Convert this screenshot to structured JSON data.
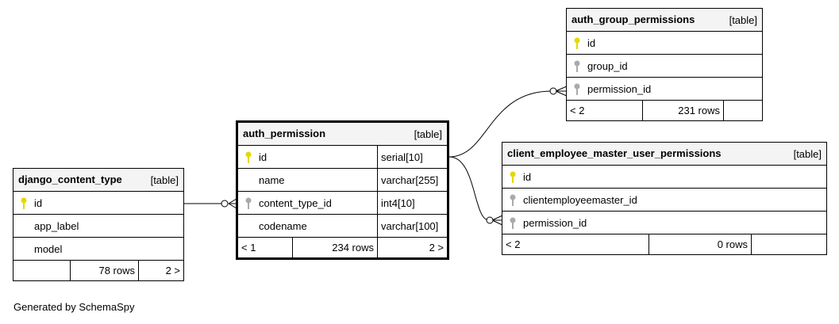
{
  "footer": "Generated by SchemaSpy",
  "colors": {
    "pk_key": "#e6d800",
    "fk_key": "#aaaaaa",
    "header_bg": "#f4f4f4"
  },
  "tables": {
    "django_content_type": {
      "name": "django_content_type",
      "kind": "[table]",
      "columns": [
        {
          "name": "id",
          "key": "pk"
        },
        {
          "name": "app_label"
        },
        {
          "name": "model"
        }
      ],
      "footer": {
        "left": "",
        "middle": "78 rows",
        "right": "2 >"
      }
    },
    "auth_permission": {
      "name": "auth_permission",
      "kind": "[table]",
      "columns": [
        {
          "name": "id",
          "type": "serial[10]",
          "key": "pk"
        },
        {
          "name": "name",
          "type": "varchar[255]"
        },
        {
          "name": "content_type_id",
          "type": "int4[10]",
          "key": "fk"
        },
        {
          "name": "codename",
          "type": "varchar[100]"
        }
      ],
      "footer": {
        "left": "< 1",
        "middle": "234 rows",
        "right": "2 >"
      }
    },
    "auth_group_permissions": {
      "name": "auth_group_permissions",
      "kind": "[table]",
      "columns": [
        {
          "name": "id",
          "key": "pk"
        },
        {
          "name": "group_id",
          "key": "fk"
        },
        {
          "name": "permission_id",
          "key": "fk"
        }
      ],
      "footer": {
        "left": "< 2",
        "middle": "231 rows",
        "right": ""
      }
    },
    "client_employee_master_user_permissions": {
      "name": "client_employee_master_user_permissions",
      "kind": "[table]",
      "columns": [
        {
          "name": "id",
          "key": "pk"
        },
        {
          "name": "clientemployeemaster_id",
          "key": "fk"
        },
        {
          "name": "permission_id",
          "key": "fk"
        }
      ],
      "footer": {
        "left": "< 2",
        "middle": "0 rows",
        "right": ""
      }
    }
  }
}
